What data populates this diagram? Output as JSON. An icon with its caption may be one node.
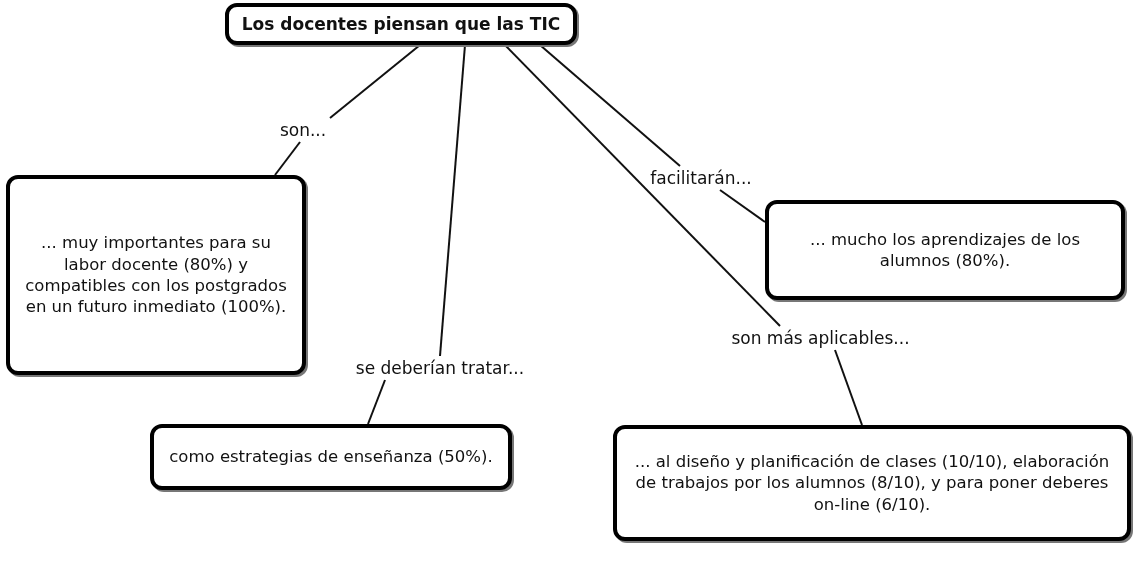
{
  "diagram": {
    "nodes": [
      {
        "text": [
          "Los docentes piensan que las TIC"
        ]
      },
      {
        "text": [
          "son..."
        ]
      },
      {
        "text": [
          "... muy importantes para su labor docente (80%) y compatibles con los postgrados en un futuro inmediato (100%)."
        ]
      },
      {
        "text": [
          "facilitarán..."
        ]
      },
      {
        "text": [
          "... mucho los aprendizajes de los alumnos (80%)."
        ]
      },
      {
        "text": [
          "se deberían tratar..."
        ]
      },
      {
        "text": [
          "como estrategias de enseñanza (50%)."
        ]
      },
      {
        "text": [
          "son más aplicables..."
        ]
      },
      {
        "text": [
          "... al diseño y planificación de clases (10/10), elaboración de trabajos por los alumnos (8/10), y para poner deberes on-line (6/10)."
        ]
      }
    ],
    "edges": [
      {
        "from": 0,
        "to": 1,
        "arrow": "none"
      },
      {
        "from": 1,
        "to": 2,
        "arrow": "none"
      },
      {
        "from": 0,
        "to": 3,
        "arrow": "none"
      },
      {
        "from": 3,
        "to": 4,
        "arrow": "none"
      },
      {
        "from": 0,
        "to": 5,
        "arrow": "none"
      },
      {
        "from": 5,
        "to": 6,
        "arrow": "none"
      },
      {
        "from": 0,
        "to": 7,
        "arrow": "none"
      },
      {
        "from": 7,
        "to": 8,
        "arrow": "none"
      }
    ]
  }
}
